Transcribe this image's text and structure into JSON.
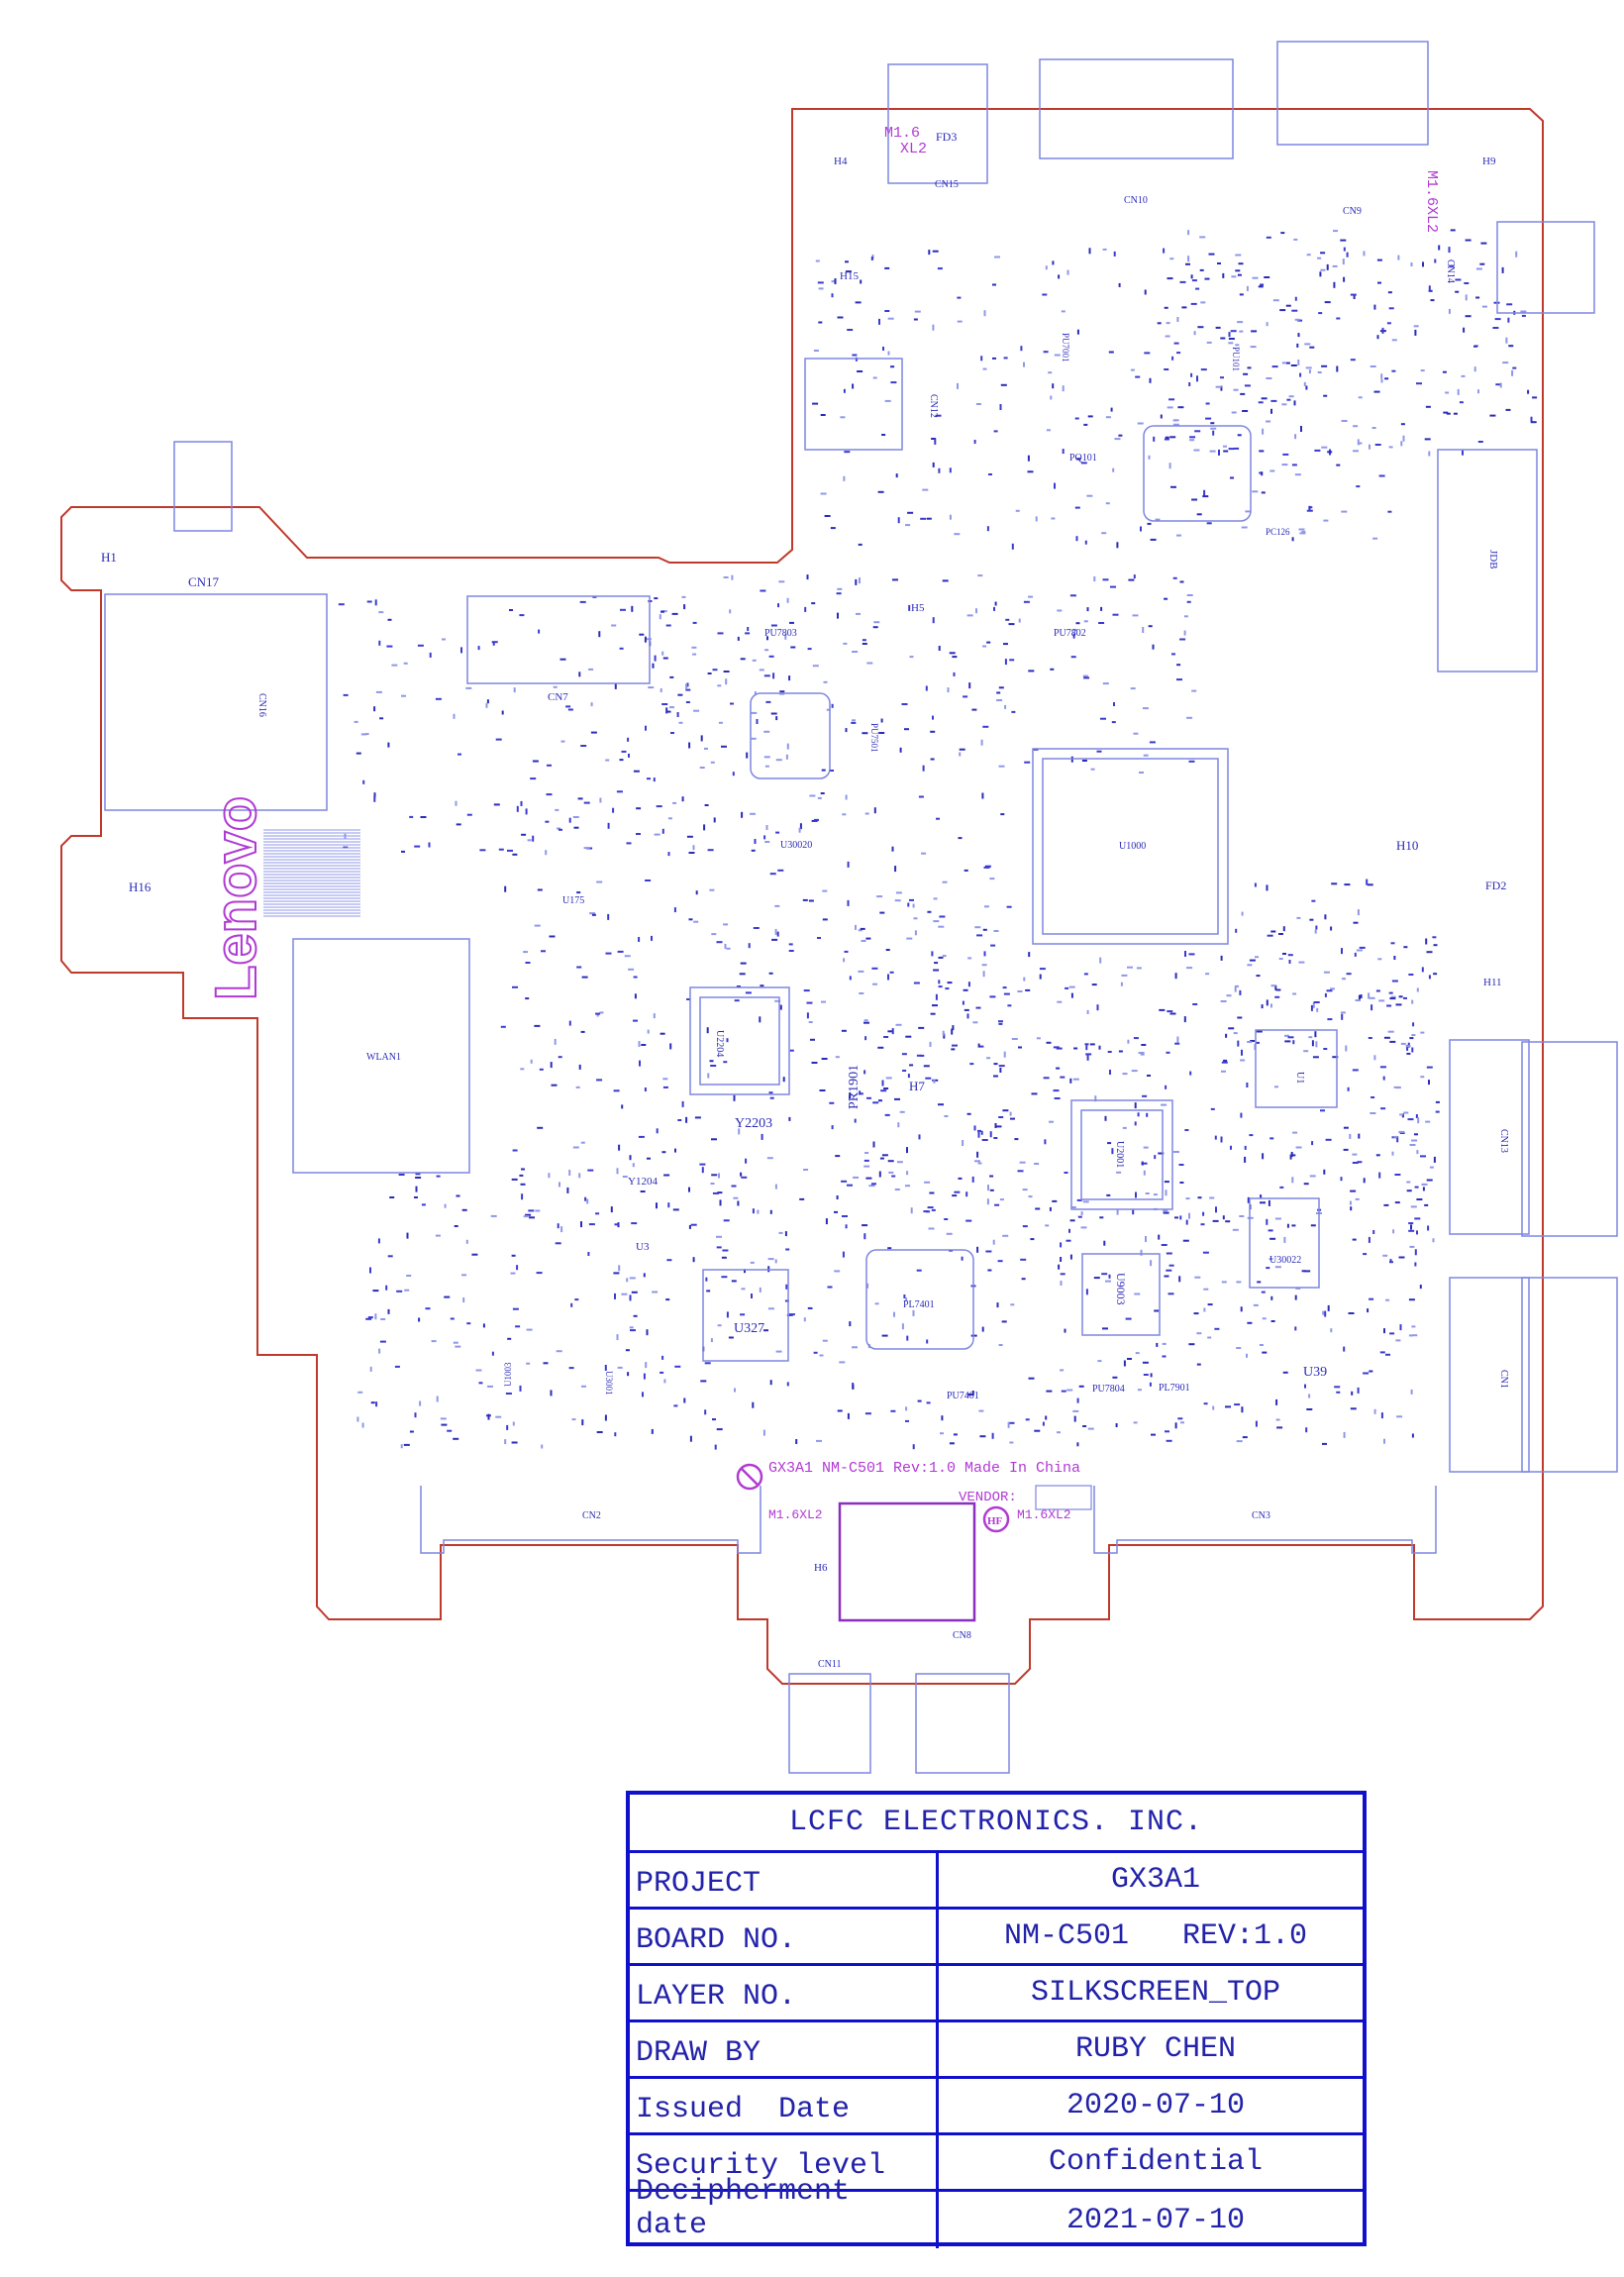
{
  "board": {
    "component_labels": [
      {
        "id": "h4",
        "text": "H4"
      },
      {
        "id": "h15",
        "text": "H15"
      },
      {
        "id": "fd3",
        "text": "FD3"
      },
      {
        "id": "cn15",
        "text": "CN15"
      },
      {
        "id": "cn10",
        "text": "CN10"
      },
      {
        "id": "cn9",
        "text": "CN9"
      },
      {
        "id": "h9",
        "text": "H9"
      },
      {
        "id": "cn14",
        "text": "CN14"
      },
      {
        "id": "cn12",
        "text": "CN12"
      },
      {
        "id": "pu7001",
        "text": "PU7001"
      },
      {
        "id": "pu101",
        "text": "PU101"
      },
      {
        "id": "pq101",
        "text": "PQ101"
      },
      {
        "id": "pc126",
        "text": "PC126"
      },
      {
        "id": "jdb",
        "text": "JDB"
      },
      {
        "id": "h1",
        "text": "H1"
      },
      {
        "id": "cn17",
        "text": "CN17"
      },
      {
        "id": "cn16",
        "text": "CN16"
      },
      {
        "id": "cn7",
        "text": "CN7"
      },
      {
        "id": "pu7803",
        "text": "PU7803"
      },
      {
        "id": "h5",
        "text": "H5"
      },
      {
        "id": "pu7802",
        "text": "PU7802"
      },
      {
        "id": "pu7501",
        "text": "PU7501"
      },
      {
        "id": "u30020",
        "text": "U30020"
      },
      {
        "id": "u1000",
        "text": "U1000"
      },
      {
        "id": "h10",
        "text": "H10"
      },
      {
        "id": "fd2",
        "text": "FD2"
      },
      {
        "id": "h11",
        "text": "H11"
      },
      {
        "id": "h16",
        "text": "H16"
      },
      {
        "id": "u175",
        "text": "U175"
      },
      {
        "id": "wlan1",
        "text": "WLAN1"
      },
      {
        "id": "u2204",
        "text": "U2204"
      },
      {
        "id": "y2203",
        "text": "Y2203"
      },
      {
        "id": "h7",
        "text": "H7"
      },
      {
        "id": "pr1901",
        "text": "PR1901"
      },
      {
        "id": "u2001",
        "text": "U2001"
      },
      {
        "id": "u1",
        "text": "U1"
      },
      {
        "id": "cn13",
        "text": "CN13"
      },
      {
        "id": "y1204",
        "text": "Y1204"
      },
      {
        "id": "u3",
        "text": "U3"
      },
      {
        "id": "u30022",
        "text": "U30022"
      },
      {
        "id": "u327",
        "text": "U327"
      },
      {
        "id": "pl7401",
        "text": "PL7401"
      },
      {
        "id": "u9003",
        "text": "U9003"
      },
      {
        "id": "cn1",
        "text": "CN1"
      },
      {
        "id": "u39",
        "text": "U39"
      },
      {
        "id": "u3001",
        "text": "U3001"
      },
      {
        "id": "u1003",
        "text": "U1003"
      },
      {
        "id": "pu7401",
        "text": "PU7401"
      },
      {
        "id": "pu7804",
        "text": "PU7804"
      },
      {
        "id": "pl7901",
        "text": "PL7901"
      },
      {
        "id": "cn2",
        "text": "CN2"
      },
      {
        "id": "cn3",
        "text": "CN3"
      },
      {
        "id": "h6",
        "text": "H6"
      },
      {
        "id": "cn11",
        "text": "CN11"
      },
      {
        "id": "cn8",
        "text": "CN8"
      }
    ],
    "pink_labels": {
      "m16xl2_top_a": "M1.6",
      "m16xl2_top_b": "XL2",
      "m16xl2_right": "M1.6XL2",
      "board_marking": "GX3A1 NM-C501 Rev:1.0  Made In China",
      "vendor": "VENDOR:",
      "m16xl2_bottom_left": "M1.6XL2",
      "m16xl2_bottom_right": "M1.6XL2",
      "hf_mark": "HF",
      "brand_logo": "Lenovo"
    }
  },
  "title_block": {
    "company": "LCFC ELECTRONICS. INC.",
    "rows": [
      {
        "key": "PROJECT",
        "value": "GX3A1"
      },
      {
        "key": "BOARD NO.",
        "value": "NM-C501   REV:1.0"
      },
      {
        "key": "LAYER NO.",
        "value": "SILKSCREEN_TOP"
      },
      {
        "key": "DRAW BY",
        "value": "RUBY CHEN"
      },
      {
        "key": "Issued  Date",
        "value": "2020-07-10"
      },
      {
        "key": "Security level",
        "value": "Confidential"
      },
      {
        "key": "Decipherment date",
        "value": "2021-07-10"
      }
    ]
  },
  "colors": {
    "outline": "#c0392b",
    "silk": "#2b2bb8",
    "pad": "#9aa2e6",
    "marking": "#b13ad3",
    "frame": "#1010cc"
  }
}
